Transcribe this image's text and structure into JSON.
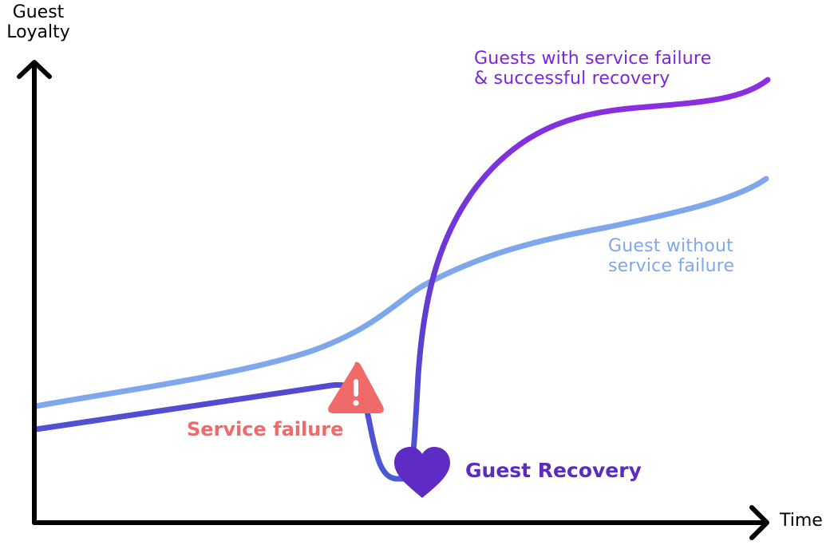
{
  "axes": {
    "y_label_line1": "Guest",
    "y_label_line2": "Loyalty",
    "x_label": "Time"
  },
  "series": {
    "recovery": {
      "label_line1": "Guests with service failure",
      "label_line2": "& successful recovery",
      "color_start": "#4a5bd4",
      "color_end": "#8e2de2"
    },
    "without_failure": {
      "label_line1": "Guest without",
      "label_line2": "service failure",
      "color": "#7fa8ec"
    }
  },
  "annotations": {
    "service_failure": {
      "label": "Service failure",
      "icon": "warning-triangle-icon",
      "color": "#f06a6a"
    },
    "guest_recovery": {
      "label": "Guest Recovery",
      "icon": "heart-icon",
      "color": "#5b2bc2"
    }
  }
}
